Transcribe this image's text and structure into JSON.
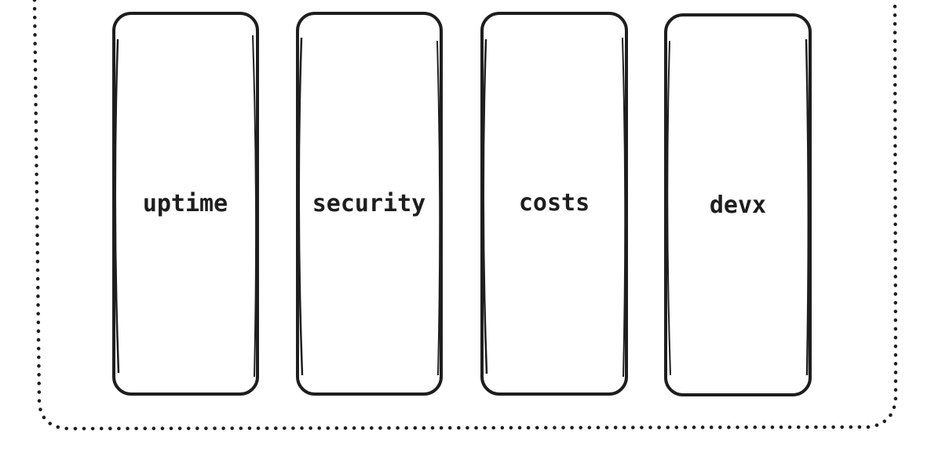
{
  "diagram": {
    "stroke_color": "#1e1e1e",
    "background": "#ffffff",
    "pillars": [
      {
        "label": "uptime"
      },
      {
        "label": "security"
      },
      {
        "label": "costs"
      },
      {
        "label": "devx"
      }
    ]
  }
}
